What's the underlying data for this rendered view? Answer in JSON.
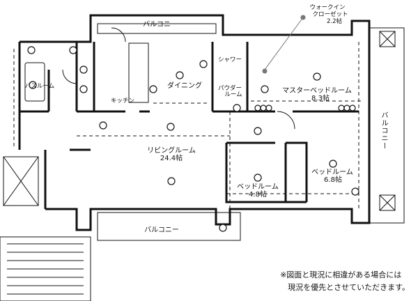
{
  "rooms": {
    "balcony_top": "バルコニー",
    "walkin_closet": {
      "name1": "ウォークイン",
      "name2": "クローゼット",
      "size": "2.2帖"
    },
    "shower": "シャワー",
    "bathroom": "バスルーム",
    "kitchen": "キッチン",
    "dining": "ダイニング",
    "powder_room": {
      "name1": "パウダー",
      "name2": "ルーム"
    },
    "master_bedroom": {
      "name": "マスターベッドルーム",
      "size": "8.3帖"
    },
    "balcony_right": "バルコニー",
    "living_room": {
      "name": "リビングルーム",
      "size": "24.4帖"
    },
    "bedroom_large": {
      "name": "ベッドルーム",
      "size": "6.8帖"
    },
    "bedroom_small": {
      "name": "ベッドルーム",
      "size": "4.8帖"
    },
    "balcony_bottom": "バルコニー"
  },
  "note": {
    "line1": "※図面と現況に相違がある場合には",
    "line2": "現況を優先とさせていただきます。"
  },
  "colors": {
    "line": "#111111",
    "leader": "#777777"
  }
}
